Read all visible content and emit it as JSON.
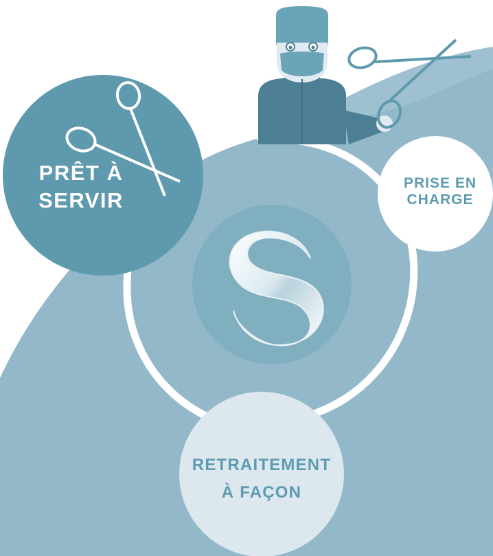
{
  "steps": {
    "ready": {
      "line1": "PRÊT À",
      "line2": "SERVIR"
    },
    "pickup": {
      "line1": "PRISE EN",
      "line2": "CHARGE"
    },
    "reprocessing": {
      "line1": "RETRAITEMENT",
      "line2": "À FAÇON"
    }
  },
  "colors": {
    "background": "#ffffff",
    "wave_light": "#9bbccd",
    "wave_main": "#93b8ca",
    "dark_teal": "#5d99ae",
    "center_disc": "#7faebf",
    "pickup_bubble": "#ffffff",
    "reprocess_bubble": "#dce7ee",
    "text_teal": "#5d9bb1"
  },
  "icons": {
    "logo": "s-logo-icon",
    "surgeon": "surgeon-icon",
    "scissors": "surgical-scissors-icon",
    "cycle": "cycle-arrow-icon"
  }
}
